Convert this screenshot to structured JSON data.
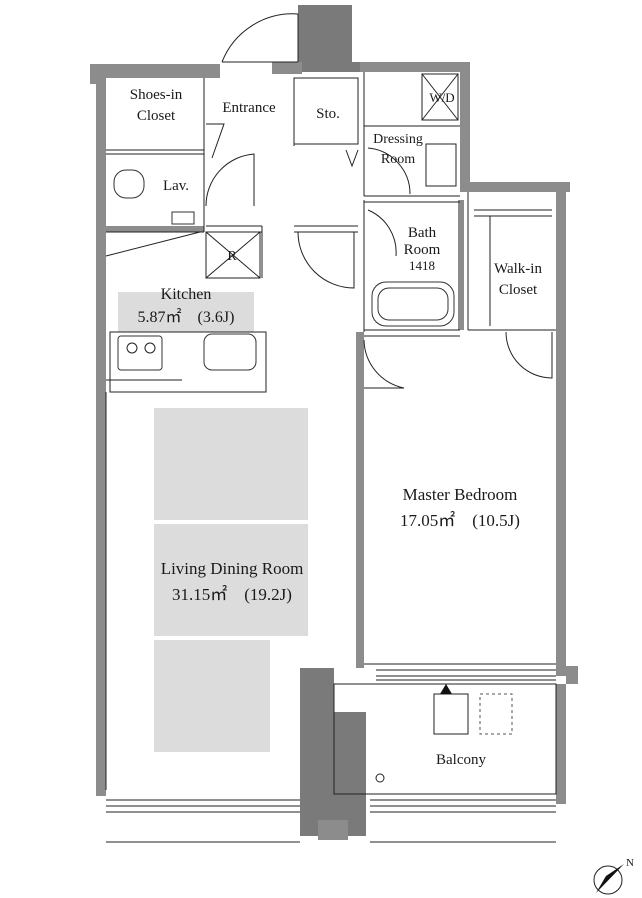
{
  "rooms": {
    "shoes_closet": {
      "line1": "Shoes-in",
      "line2": "Closet"
    },
    "entrance": {
      "label": "Entrance"
    },
    "storage": {
      "label": "Sto."
    },
    "washer": {
      "label": "W/D"
    },
    "dressing": {
      "line1": "Dressing",
      "line2": "Room"
    },
    "lavatory": {
      "label": "Lav."
    },
    "bath": {
      "line1": "Bath",
      "line2": "Room",
      "size": "1418"
    },
    "walkin": {
      "line1": "Walk-in",
      "line2": "Closet"
    },
    "refrigerator": {
      "label": "R"
    },
    "kitchen": {
      "name": "Kitchen",
      "area": "5.87㎡　(3.6J)"
    },
    "living": {
      "name": "Living Dining Room",
      "area": "31.15㎡　(19.2J)"
    },
    "master": {
      "name": "Master Bedroom",
      "area": "17.05㎡　(10.5J)"
    },
    "balcony": {
      "label": "Balcony"
    }
  },
  "compass": {
    "label": "N"
  },
  "colors": {
    "wall": "#8c8c8c",
    "floor_shade": "#dcdcdc",
    "line": "#222222"
  }
}
